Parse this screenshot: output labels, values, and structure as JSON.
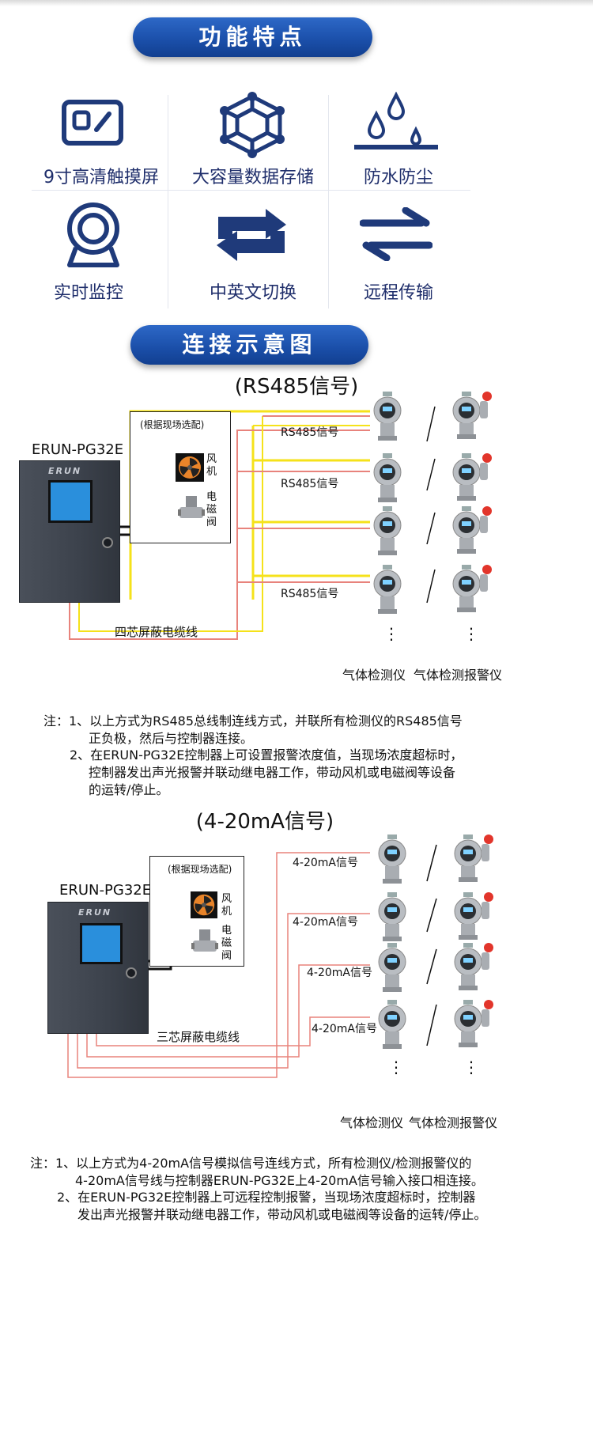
{
  "features_section": {
    "title": "功能特点",
    "items": [
      {
        "label": "9寸高清触摸屏",
        "icon": "touchscreen-icon"
      },
      {
        "label": "大容量数据存储",
        "icon": "hexagon-network-icon"
      },
      {
        "label": "防水防尘",
        "icon": "water-drops-icon"
      },
      {
        "label": "实时监控",
        "icon": "webcam-icon"
      },
      {
        "label": "中英文切换",
        "icon": "cycle-arrows-icon"
      },
      {
        "label": "远程传输",
        "icon": "transfer-arrows-icon"
      }
    ]
  },
  "connection_section": {
    "title": "连接示意图"
  },
  "diagram_rs485": {
    "title": "(RS485信号)",
    "controller_name": "ERUN-PG32E",
    "controller_brand": "ERUN",
    "selection_box_title": "(根据现场选配)",
    "fan_label": "风机",
    "valve_label": "电磁阀",
    "signal_labels": [
      "RS485信号",
      "RS485信号",
      "RS485信号"
    ],
    "cable_label": "四芯屏蔽电缆线",
    "detector_caption": "气体检测仪",
    "alarm_caption": "气体检测报警仪"
  },
  "note_rs485": {
    "lines": [
      "注：1、以上方式为RS485总线制连线方式，并联所有检测仪的RS485信号",
      "正负极，然后与控制器连接。",
      "2、在ERUN-PG32E控制器上可设置报警浓度值，当现场浓度超标时，",
      "控制器发出声光报警并联动继电器工作，带动风机或电磁阀等设备",
      "的运转/停止。"
    ]
  },
  "diagram_4_20": {
    "title": "(4-20mA信号)",
    "controller_name": "ERUN-PG32E",
    "controller_brand": "ERUN",
    "selection_box_title": "(根据现场选配)",
    "fan_label": "风机",
    "valve_label": "电磁阀",
    "signal_labels": [
      "4-20mA信号",
      "4-20mA信号",
      "4-20mA信号",
      "4-20mA信号"
    ],
    "cable_label": "三芯屏蔽电缆线",
    "detector_caption": "气体检测仪",
    "alarm_caption": "气体检测报警仪"
  },
  "note_4_20": {
    "lines": [
      "注：1、以上方式为4-20mA信号模拟信号连线方式，所有检测仪/检测报警仪的",
      "4-20mA信号线与控制器ERUN-PG32E上4-20mA信号输入接口相连接。",
      "2、在ERUN-PG32E控制器上可远程控制报警，当现场浓度超标时，控制器",
      "发出声光报警并联动继电器工作，带动风机或电磁阀等设备的运转/停止。"
    ]
  },
  "colors": {
    "pill_blue": "#1a4ea8",
    "icon_navy": "#1f3a7a",
    "wire_yellow": "#f5e21a",
    "wire_red": "#e8837c",
    "wire_black": "#111111"
  }
}
